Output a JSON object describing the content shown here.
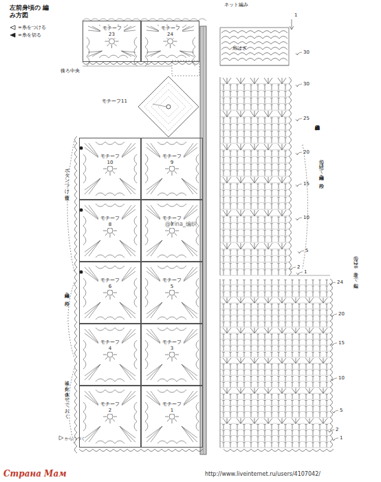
{
  "diagram": {
    "title": "左前身頃の 編み方図",
    "nodes": [
      {
        "text": [
          "モチーフ 23"
        ]
      },
      {
        "text": [
          "モチーフ 24"
        ]
      },
      {
        "text": [
          "モチーフ11"
        ]
      },
      {
        "text": [
          "モチーフ 10"
        ]
      },
      {
        "text": [
          "モチーフ 9"
        ]
      },
      {
        "text": [
          "モチーフ 8"
        ]
      },
      {
        "text": [
          "モチーフ 7"
        ]
      },
      {
        "text": [
          "モチーフ 6"
        ]
      },
      {
        "text": [
          "モチーフ 5"
        ]
      },
      {
        "text": [
          "モチーフ 4"
        ]
      },
      {
        "text": [
          "モチーフ 3"
        ]
      },
      {
        "text": [
          "モチーフ 2"
        ]
      },
      {
        "text": [
          "モチーフ 1"
        ]
      }
    ],
    "labels": [
      "後ろ中央",
      "ネット編み",
      "肩はぎ",
      "縁編みA",
      "⑯続けて縁編み1段め",
      "ボタンつけ位置",
      "縁編み1段め",
      "糸は針を休ませておく",
      "からつづく",
      "⑮は28段まで編む。",
      "1",
      "30",
      "30",
      "25",
      "20",
      "15",
      "10",
      "5",
      "2",
      "1",
      "24",
      "20",
      "15",
      "10",
      "5",
      "2",
      "1",
      "@Irina_编织",
      "http://www.liveinternet.ru/users/4107042/",
      "Страна Мам"
    ],
    "legend": [
      {
        "text": "=糸をつける"
      },
      {
        "text": "=糸を切る"
      }
    ]
  }
}
